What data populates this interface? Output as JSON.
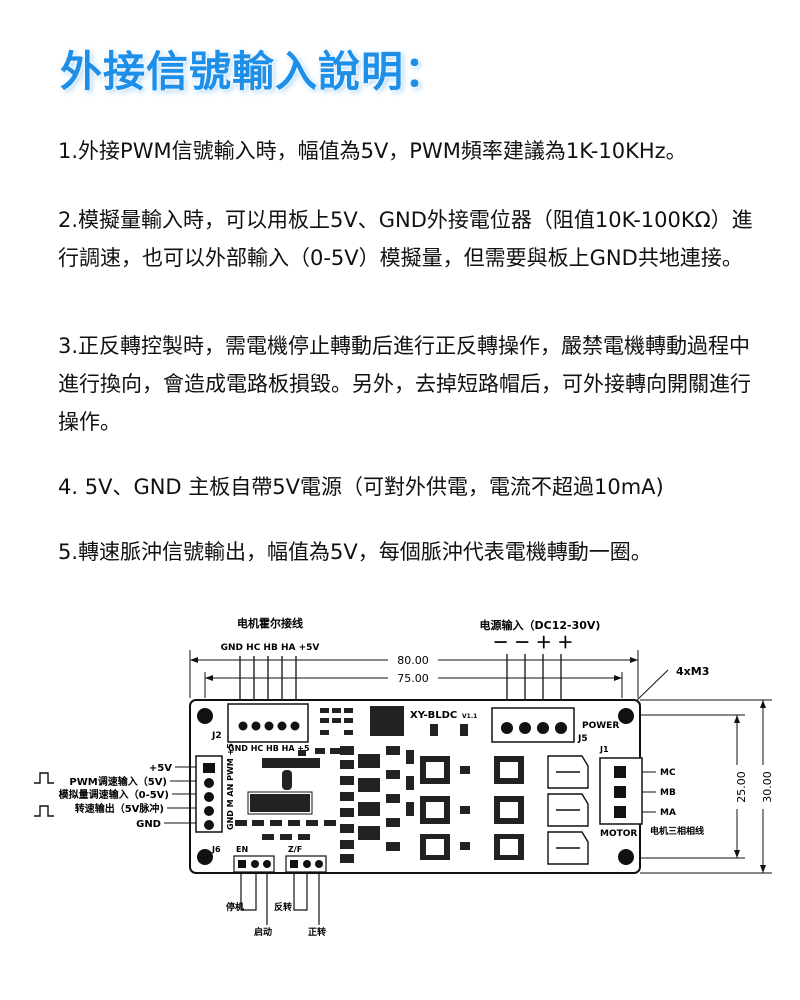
{
  "title": "外接信號輸入說明：",
  "paragraphs": [
    "1.外接PWM信號輸入時，幅值為5V，PWM頻率建議為1K-10KHz。",
    "2.模擬量輸入時，可以用板上5V、GND外接電位器（阻值10K-100KΩ）進行調速，也可以外部輸入（0-5V）模擬量，但需要與板上GND共地連接。",
    "3.正反轉控製時，需電機停止轉動后進行正反轉操作，嚴禁電機轉動過程中進行換向，會造成電路板損毀。另外，去掉短路帽后，可外接轉向開關進行操作。",
    "4. 5V、GND 主板自帶5V電源（可對外供電，電流不超過10mA)",
    "5.轉速脈沖信號輸出，幅值為5V，每個脈沖代表電機轉動一圈。"
  ],
  "diagram": {
    "hall_title": "电机霍尔接线",
    "hall_pins": "GND HC HB HA +5V",
    "power_title": "电源输入（DC12-30V)",
    "power_signs": "－ － ＋ ＋",
    "dim_80": "80.00",
    "dim_75": "75.00",
    "dim_25": "25.00",
    "dim_30": "30.00",
    "mount": "4xM3",
    "board_name": "XY-BLDC",
    "board_ver": "V1.1",
    "j2": "J2",
    "j2_pins": "GND HC  HB HA +5",
    "j5": "J5",
    "power_label": "POWER",
    "j1": "J1",
    "j6": "J6",
    "motor": "MOTOR",
    "motor_phases": [
      "MC",
      "MB",
      "MA"
    ],
    "motor_side_label": "电机三相相线",
    "left_labels": {
      "v5": "+5V",
      "pwm": "PWM调速输入（5V)",
      "analog": "模拟量调速输入（0-5V)",
      "pulse": "转速输出（5V脉冲)",
      "gnd": "GND"
    },
    "j6_pins": "GND M AN PWM +5",
    "en": "EN",
    "zf": "Z/F",
    "bottom": {
      "stop": "停机",
      "start": "启动",
      "reverse": "反转",
      "forward": "正转"
    }
  }
}
